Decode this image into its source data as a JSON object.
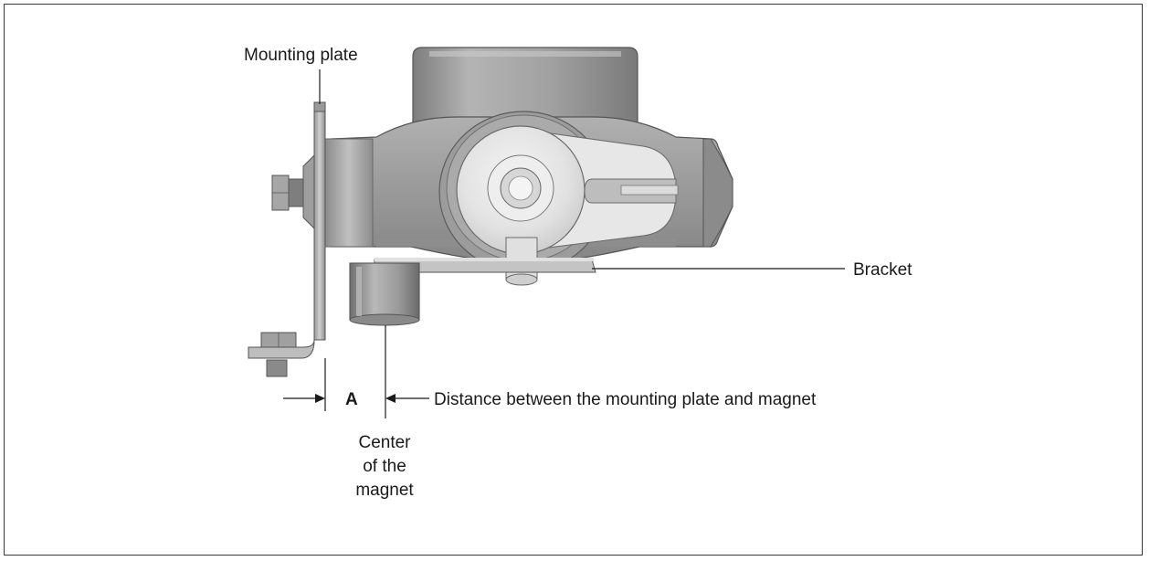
{
  "labels": {
    "mounting_plate": "Mounting plate",
    "bracket": "Bracket",
    "dimension_a": "A",
    "distance": "Distance between the mounting plate and magnet",
    "center_line1": "Center",
    "center_line2": "of the",
    "center_line3": "magnet"
  },
  "colors": {
    "frame": "#3a3a3a",
    "text": "#1a1a1a",
    "line": "#1a1a1a",
    "body_dark": "#8a8a8a",
    "body_mid": "#a8a8a8",
    "body_light": "#c8c8c8",
    "highlight": "#e4e4e4"
  }
}
